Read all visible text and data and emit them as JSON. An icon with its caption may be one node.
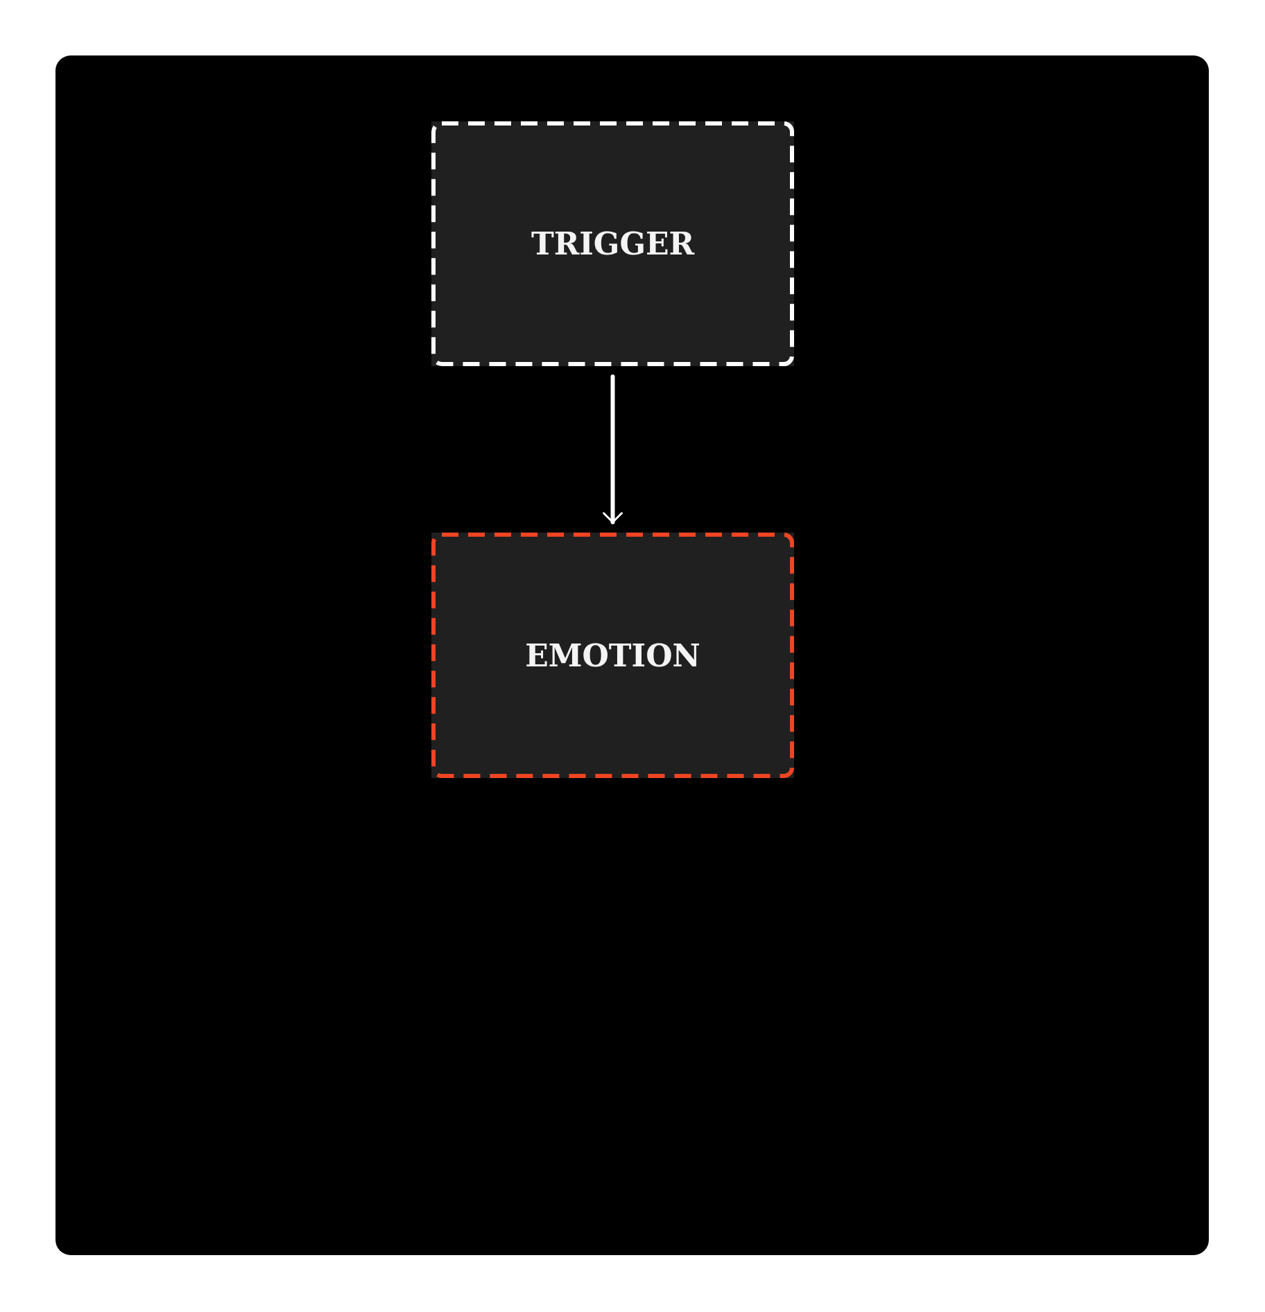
{
  "diagram": {
    "nodes": [
      {
        "text": [
          "TRIGGER"
        ]
      },
      {
        "text": [
          "EMOTION"
        ]
      }
    ],
    "edges": [
      {
        "from": 0,
        "to": 1,
        "arrow": "to"
      }
    ]
  }
}
